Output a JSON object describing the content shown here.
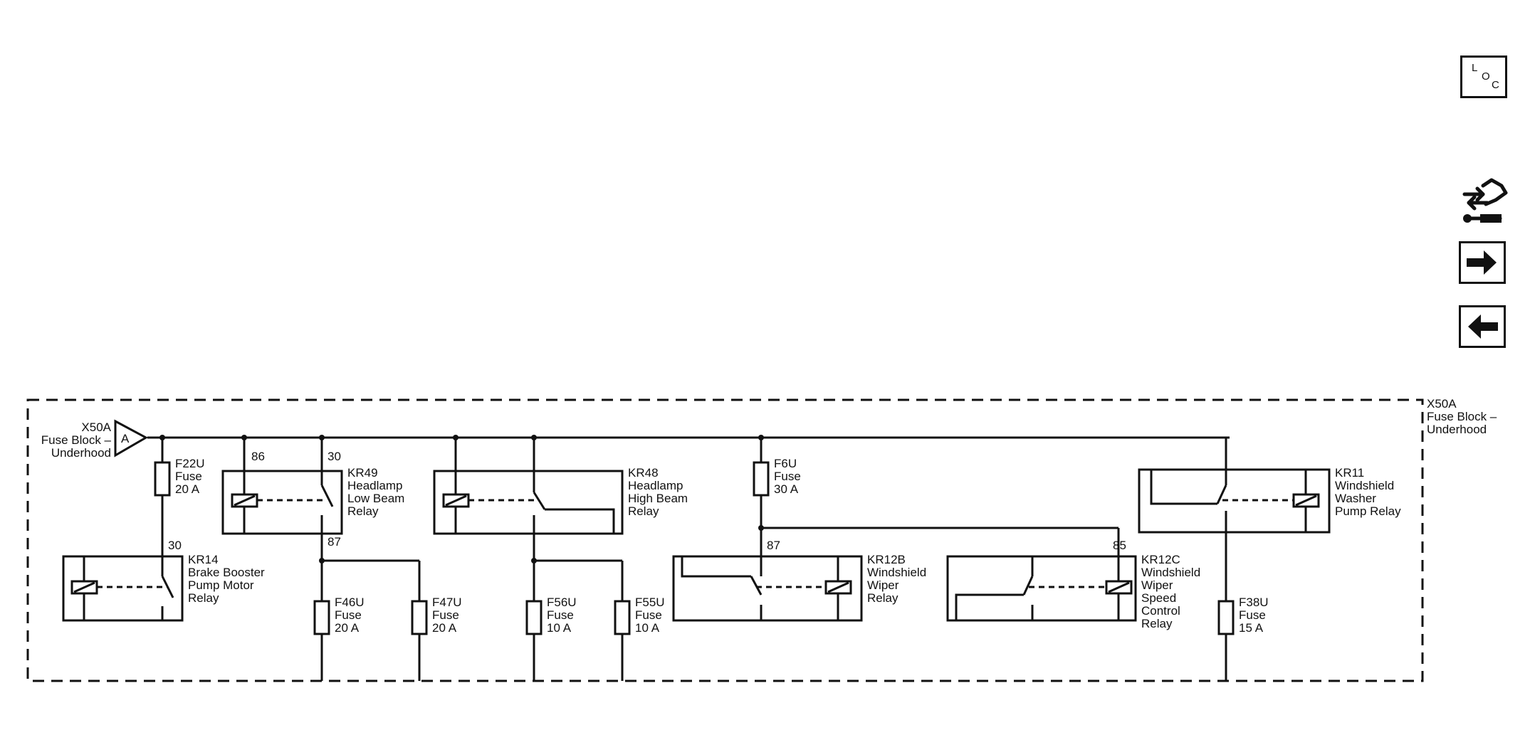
{
  "connector": {
    "pin": "A",
    "name": "X50A",
    "lines": [
      "Fuse Block –",
      "Underhood"
    ]
  },
  "block_label": {
    "name": "X50A",
    "lines": [
      "Fuse Block –",
      "Underhood"
    ]
  },
  "fuses": {
    "f22u": [
      "F22U",
      "Fuse",
      "20 A"
    ],
    "f6u": [
      "F6U",
      "Fuse",
      "30 A"
    ],
    "f46u": [
      "F46U",
      "Fuse",
      "20 A"
    ],
    "f47u": [
      "F47U",
      "Fuse",
      "20 A"
    ],
    "f56u": [
      "F56U",
      "Fuse",
      "10 A"
    ],
    "f55u": [
      "F55U",
      "Fuse",
      "10 A"
    ],
    "f38u": [
      "F38U",
      "Fuse",
      "15 A"
    ]
  },
  "relays": {
    "kr14": [
      "KR14",
      "Brake Booster",
      "Pump Motor",
      "Relay"
    ],
    "kr49": [
      "KR49",
      "Headlamp",
      "Low Beam",
      "Relay"
    ],
    "kr48": [
      "KR48",
      "Headlamp",
      "High Beam",
      "Relay"
    ],
    "kr12b": [
      "KR12B",
      "Windshield",
      "Wiper",
      "Relay"
    ],
    "kr12c": [
      "KR12C",
      "Windshield",
      "Wiper",
      "Speed",
      "Control",
      "Relay"
    ],
    "kr11": [
      "KR11",
      "Windshield",
      "Washer",
      "Pump Relay"
    ]
  },
  "terminals": {
    "kr14_30": "30",
    "kr49_86": "86",
    "kr49_30": "30",
    "kr49_87": "87",
    "kr12b_87": "87",
    "kr12c_85": "85"
  },
  "nav": {
    "loc": [
      "L",
      "O",
      "C"
    ],
    "icons": [
      "connector-harness-icon",
      "right-arrow-icon",
      "left-arrow-icon"
    ]
  },
  "colors": {
    "ink": "#111111",
    "background": "#ffffff"
  }
}
